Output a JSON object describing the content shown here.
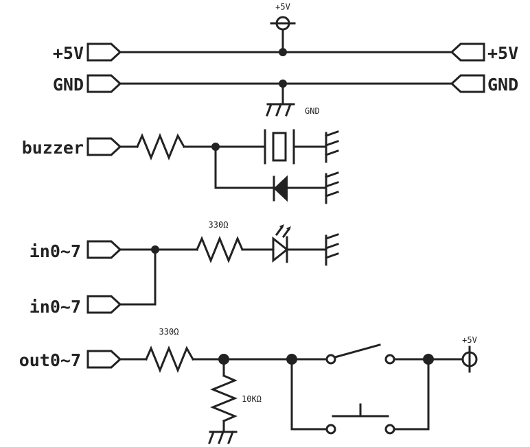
{
  "labels": {
    "vcc_left": "+5V",
    "vcc_right": "+5V",
    "gnd_left": "GND",
    "gnd_right": "GND",
    "vcc_top": "+5V",
    "gnd_symbol": "GND",
    "buzzer": "buzzer",
    "in_a": "in0~7",
    "in_b": "in0~7",
    "out": "out0~7",
    "vcc_switch": "+5V"
  },
  "values": {
    "r_led": "330Ω",
    "r_out": "330Ω",
    "r_pulldown": "10KΩ"
  },
  "icons": [
    "power-rail-icon",
    "ground-icon",
    "resistor-icon",
    "buzzer-crystal-icon",
    "diode-icon",
    "led-icon",
    "switch-icon",
    "push-button-icon",
    "port-icon"
  ],
  "colors": {
    "ink": "#222222",
    "background": "#ffffff"
  }
}
